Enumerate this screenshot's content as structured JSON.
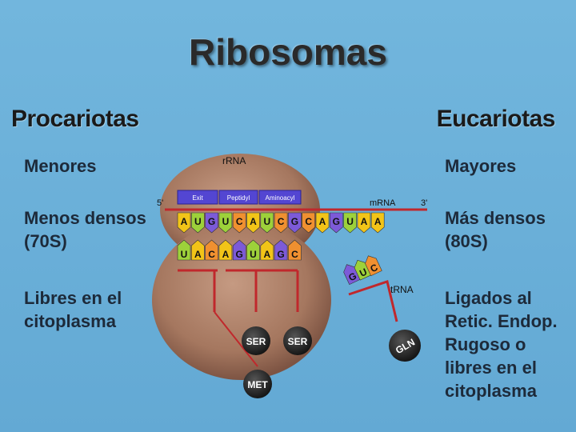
{
  "title": "Ribosomas",
  "left": {
    "heading": "Procariotas",
    "items": [
      "Menores",
      "Menos densos\n(70S)",
      "Libres en el\ncitoplasma"
    ]
  },
  "right": {
    "heading": "Eucariotas",
    "items": [
      "Mayores",
      "Más densos\n(80S)",
      "Ligados al\nRetic. Endop.\nRugoso o\nlibres en el\ncitoplasma"
    ]
  },
  "diagram": {
    "rrna_label": "rRNA",
    "mrna_label": "mRNA",
    "trna_label": "tRNA",
    "five_prime": "5'",
    "three_prime": "3'",
    "sites": [
      "Exit",
      "Peptidyl",
      "Aminoacyl"
    ],
    "mrna_bases": [
      "A",
      "U",
      "G",
      "U",
      "C",
      "A",
      "U",
      "C",
      "G",
      "C",
      "A",
      "G",
      "U",
      "A",
      "A"
    ],
    "anticodons": [
      "U",
      "A",
      "C",
      "A",
      "G",
      "U",
      "A",
      "G",
      "C"
    ],
    "free_anticodon": [
      "G",
      "U",
      "C"
    ],
    "amino_acids": [
      "SER",
      "SER",
      "MET",
      "GLN"
    ]
  },
  "colors": {
    "background": "#6aaed6",
    "ribosome": "#a87a62",
    "site_bar": "#5a4bd6",
    "mrna_line": "#c0282c"
  }
}
